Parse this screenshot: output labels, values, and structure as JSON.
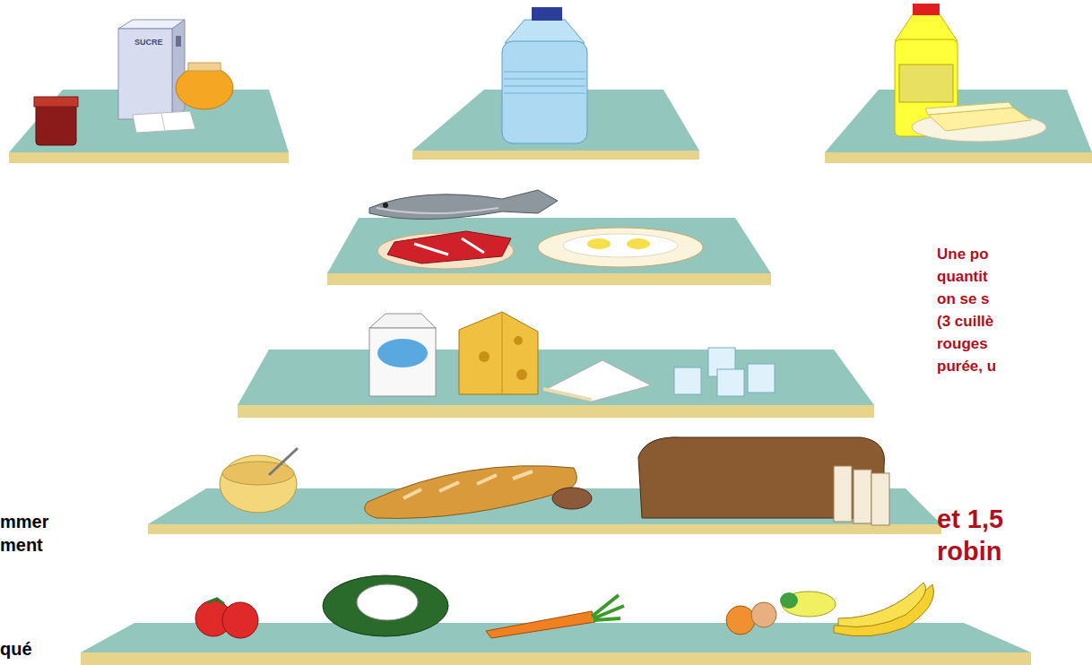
{
  "diagram": {
    "labels": [
      "SUCRE",
      "Une po",
      "quantit",
      "on se s",
      "(3 cuillè",
      "rouges",
      "purée, u",
      "et 1,5",
      "robin",
      "mmer",
      "ment",
      "qué"
    ]
  }
}
